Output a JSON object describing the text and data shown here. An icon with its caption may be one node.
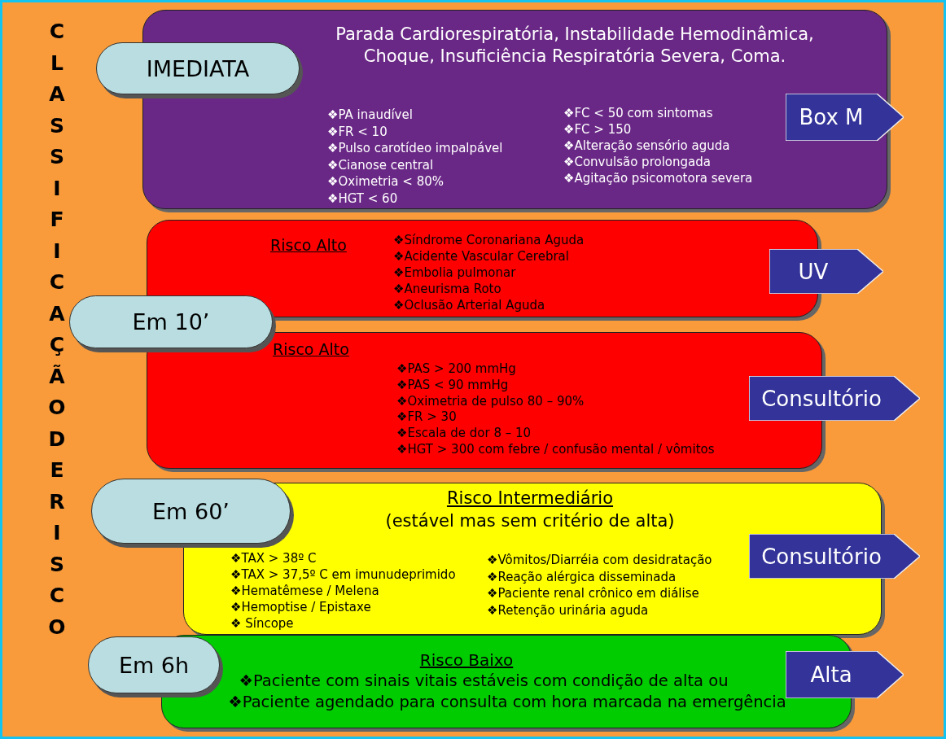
{
  "diagram": {
    "nodes": [
      {
        "text": [
          "Parada Cardiorespiratória, Instabilidade Hemodinâmica, Choque, Insuficiência Respiratória Severa, Coma.",
          "❖PA inaudível",
          "❖FR < 10",
          "❖Pulso carotídeo impalpável",
          "❖Cianose central",
          "❖Oximetria < 80%",
          "❖HGT < 60",
          "❖FC < 50 com sintomas",
          "❖FC > 150",
          "❖Alteração sensório aguda",
          "❖Convulsão prolongada",
          "❖Agitação psicomotora severa"
        ]
      },
      {
        "text": [
          "IMEDIATA"
        ]
      },
      {
        "text": [
          "Box M"
        ]
      },
      {
        "text": [
          "Risco Alto",
          "❖Síndrome Coronariana Aguda",
          "❖Acidente Vascular Cerebral",
          "❖Embolia pulmonar",
          "❖Aneurisma Roto",
          "❖Oclusão Arterial Aguda"
        ]
      },
      {
        "text": [
          "UV"
        ]
      },
      {
        "text": [
          "Em 10’"
        ]
      },
      {
        "text": [
          "Risco Alto",
          "❖PAS > 200 mmHg",
          "❖PAS < 90 mmHg",
          "❖Oximetria de pulso 80 – 90%",
          "❖FR > 30",
          "❖Escala de dor 8 – 10",
          "❖HGT > 300 com febre / confusão mental / vômitos"
        ]
      },
      {
        "text": [
          "Consultório"
        ]
      },
      {
        "text": [
          "Em 60’"
        ]
      },
      {
        "text": [
          "Risco Intermediário",
          "(estável mas sem critério de alta)",
          "❖TAX > 38º C",
          "❖TAX > 37,5º C em imunudeprimido",
          "❖Hematêmese / Melena",
          "❖Hemoptise / Epistaxe",
          "❖ Síncope",
          "❖Vômitos/Diarréia com desidratação",
          "❖Reação alérgica disseminada",
          "❖Paciente renal crônico em diálise",
          "❖Retenção urinária aguda"
        ]
      },
      {
        "text": [
          "Consultório"
        ]
      },
      {
        "text": [
          "Em 6h"
        ]
      },
      {
        "text": [
          "Risco Baixo",
          "❖Paciente com sinais vitais estáveis com condição de alta ou",
          "❖Paciente agendado para consulta com hora marcada na emergência"
        ]
      },
      {
        "text": [
          "Alta"
        ]
      }
    ],
    "labels": [
      "CLASSIFICAÇÃO DE RISCO"
    ]
  }
}
